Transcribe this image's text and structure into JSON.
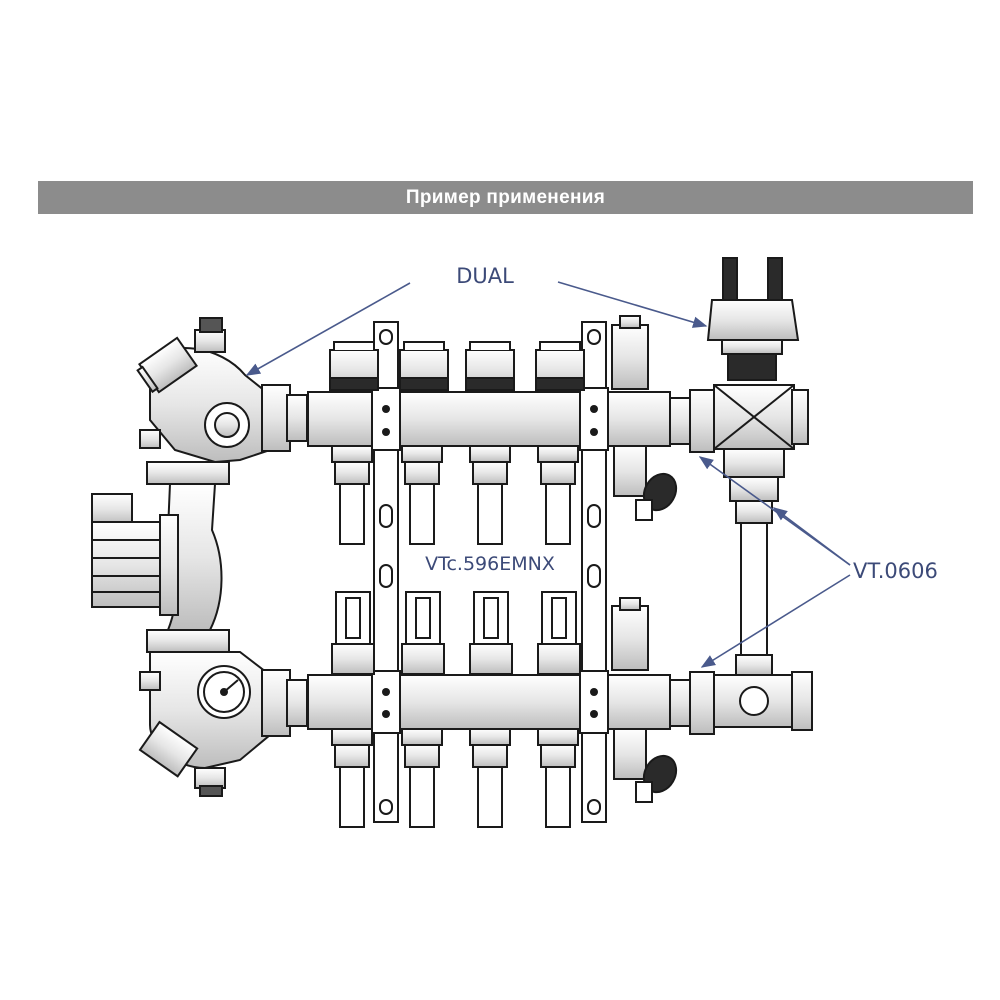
{
  "header": {
    "title": "Пример применения"
  },
  "labels": {
    "dual": "DUAL",
    "vt0606": "VT.0606",
    "model": "VTc.596EMNX"
  },
  "colors": {
    "banner": "#8c8c8c",
    "label_text": "#3c4a78",
    "arrow": "#4a5a8c",
    "line": "#1a1a1a",
    "fill_light": "#ececec"
  },
  "circuits": {
    "supply_outlets": 4,
    "return_outlets": 4
  }
}
